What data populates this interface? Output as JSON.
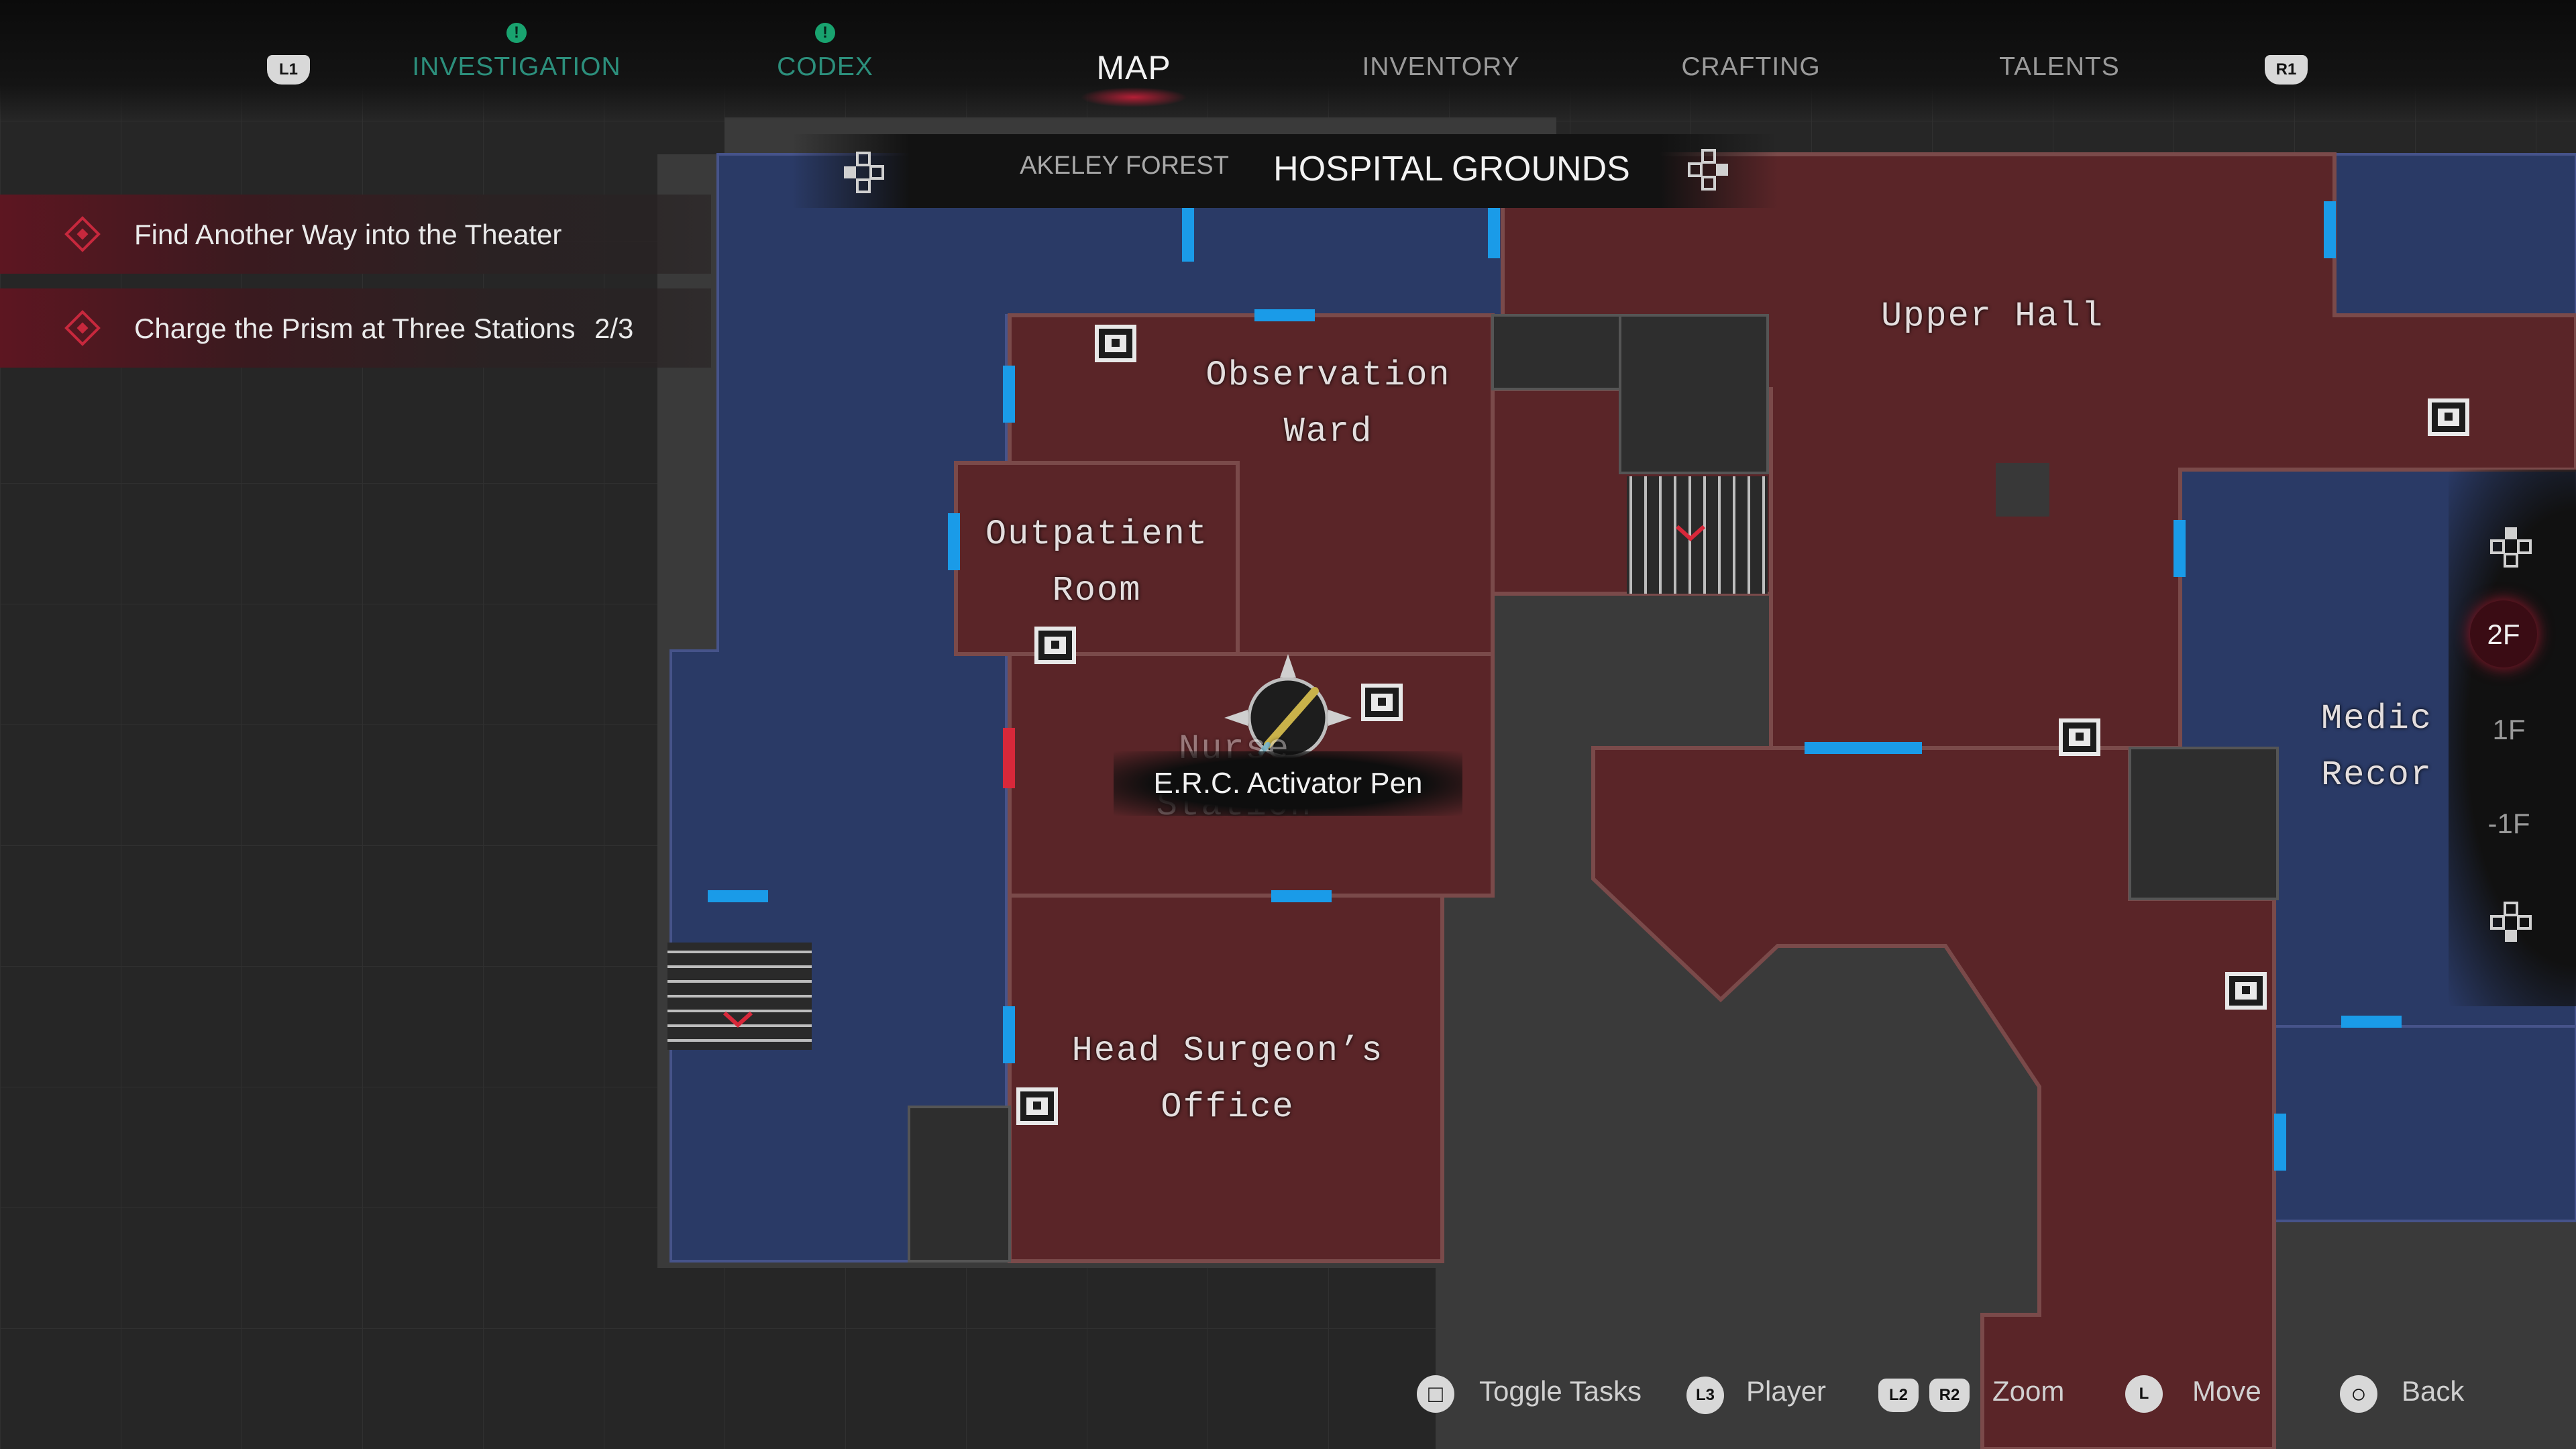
{
  "nav": {
    "left_shoulder": "L1",
    "right_shoulder": "R1",
    "tabs": [
      {
        "label": "INVESTIGATION",
        "alert": true
      },
      {
        "label": "CODEX",
        "alert": true
      },
      {
        "label": "MAP",
        "active": true
      },
      {
        "label": "INVENTORY"
      },
      {
        "label": "CRAFTING"
      },
      {
        "label": "TALENTS"
      }
    ],
    "alert_glyph": "!"
  },
  "areas": {
    "previous": "AKELEY FOREST",
    "current": "HOSPITAL GROUNDS"
  },
  "tasks": [
    {
      "label": "Find Another Way into the Theater",
      "progress": ""
    },
    {
      "label": "Charge the Prism at Three Stations",
      "progress": "2/3"
    }
  ],
  "rooms": {
    "observation_ward": [
      "Observation",
      "Ward"
    ],
    "outpatient_room": [
      "Outpatient",
      "Room"
    ],
    "nurse_station": [
      "Nurse",
      "Station"
    ],
    "head_surgeons_office": [
      "Head Surgeon’s",
      "Office"
    ],
    "upper_hall": "Upper Hall",
    "medical_records": [
      "Medic",
      "Recor"
    ]
  },
  "item_tooltip": "E.R.C. Activator Pen",
  "floors": {
    "items": [
      "2F",
      "1F",
      "-1F"
    ],
    "current": "2F"
  },
  "hints": [
    {
      "button": "□",
      "label": "Toggle Tasks"
    },
    {
      "button": "L3",
      "label": "Player"
    },
    {
      "button_1": "L2",
      "button_2": "R2",
      "label": "Zoom"
    },
    {
      "button": "L",
      "label": "Move"
    },
    {
      "button": "○",
      "label": "Back"
    }
  ],
  "colors": {
    "visited_room": "#5a2528",
    "unexplored_room": "#2a3a66",
    "door": "#1a9be8",
    "locked_door": "#d8283a",
    "accent_red": "#c8283d"
  },
  "icons": {
    "chest": "chest-icon",
    "player_marker": "player-marker-icon",
    "stairs_down": "stairs-down-icon",
    "floor_up": "dpad-up-icon",
    "floor_down": "dpad-down-icon",
    "area_prev": "dpad-left-icon",
    "area_next": "dpad-right-icon"
  }
}
